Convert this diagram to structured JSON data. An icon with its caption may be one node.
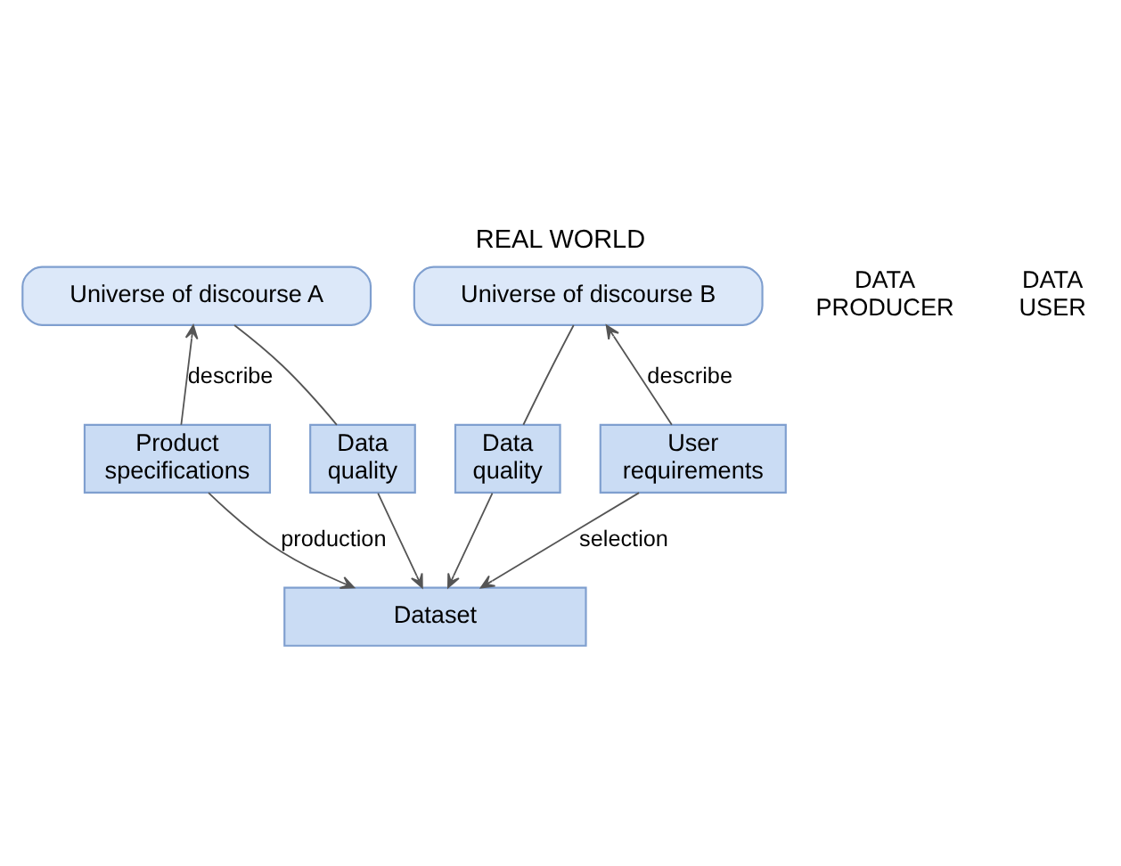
{
  "diagram": {
    "title": "REAL WORLD",
    "nodes": [
      {
        "text": [
          "Universe of discourse A"
        ]
      },
      {
        "text": [
          "Universe of discourse B"
        ]
      },
      {
        "text": [
          "Product specifications"
        ]
      },
      {
        "text": [
          "Data quality"
        ]
      },
      {
        "text": [
          "Data quality"
        ]
      },
      {
        "text": [
          "User requirements"
        ]
      },
      {
        "text": [
          "Dataset"
        ]
      }
    ],
    "edges": [
      {
        "from": 2,
        "to": 0,
        "arrow": "to",
        "label": "describe"
      },
      {
        "from": 0,
        "to": 3,
        "arrow": "none"
      },
      {
        "from": 3,
        "to": 6,
        "arrow": "to"
      },
      {
        "from": 2,
        "to": 6,
        "arrow": "to",
        "label": "production"
      },
      {
        "from": 1,
        "to": 4,
        "arrow": "none"
      },
      {
        "from": 4,
        "to": 6,
        "arrow": "to"
      },
      {
        "from": 5,
        "to": 1,
        "arrow": "to",
        "label": "describe"
      },
      {
        "from": 5,
        "to": 6,
        "arrow": "to",
        "label": "selection"
      }
    ],
    "labels": [
      "DATA PRODUCER",
      "DATA USER"
    ]
  }
}
